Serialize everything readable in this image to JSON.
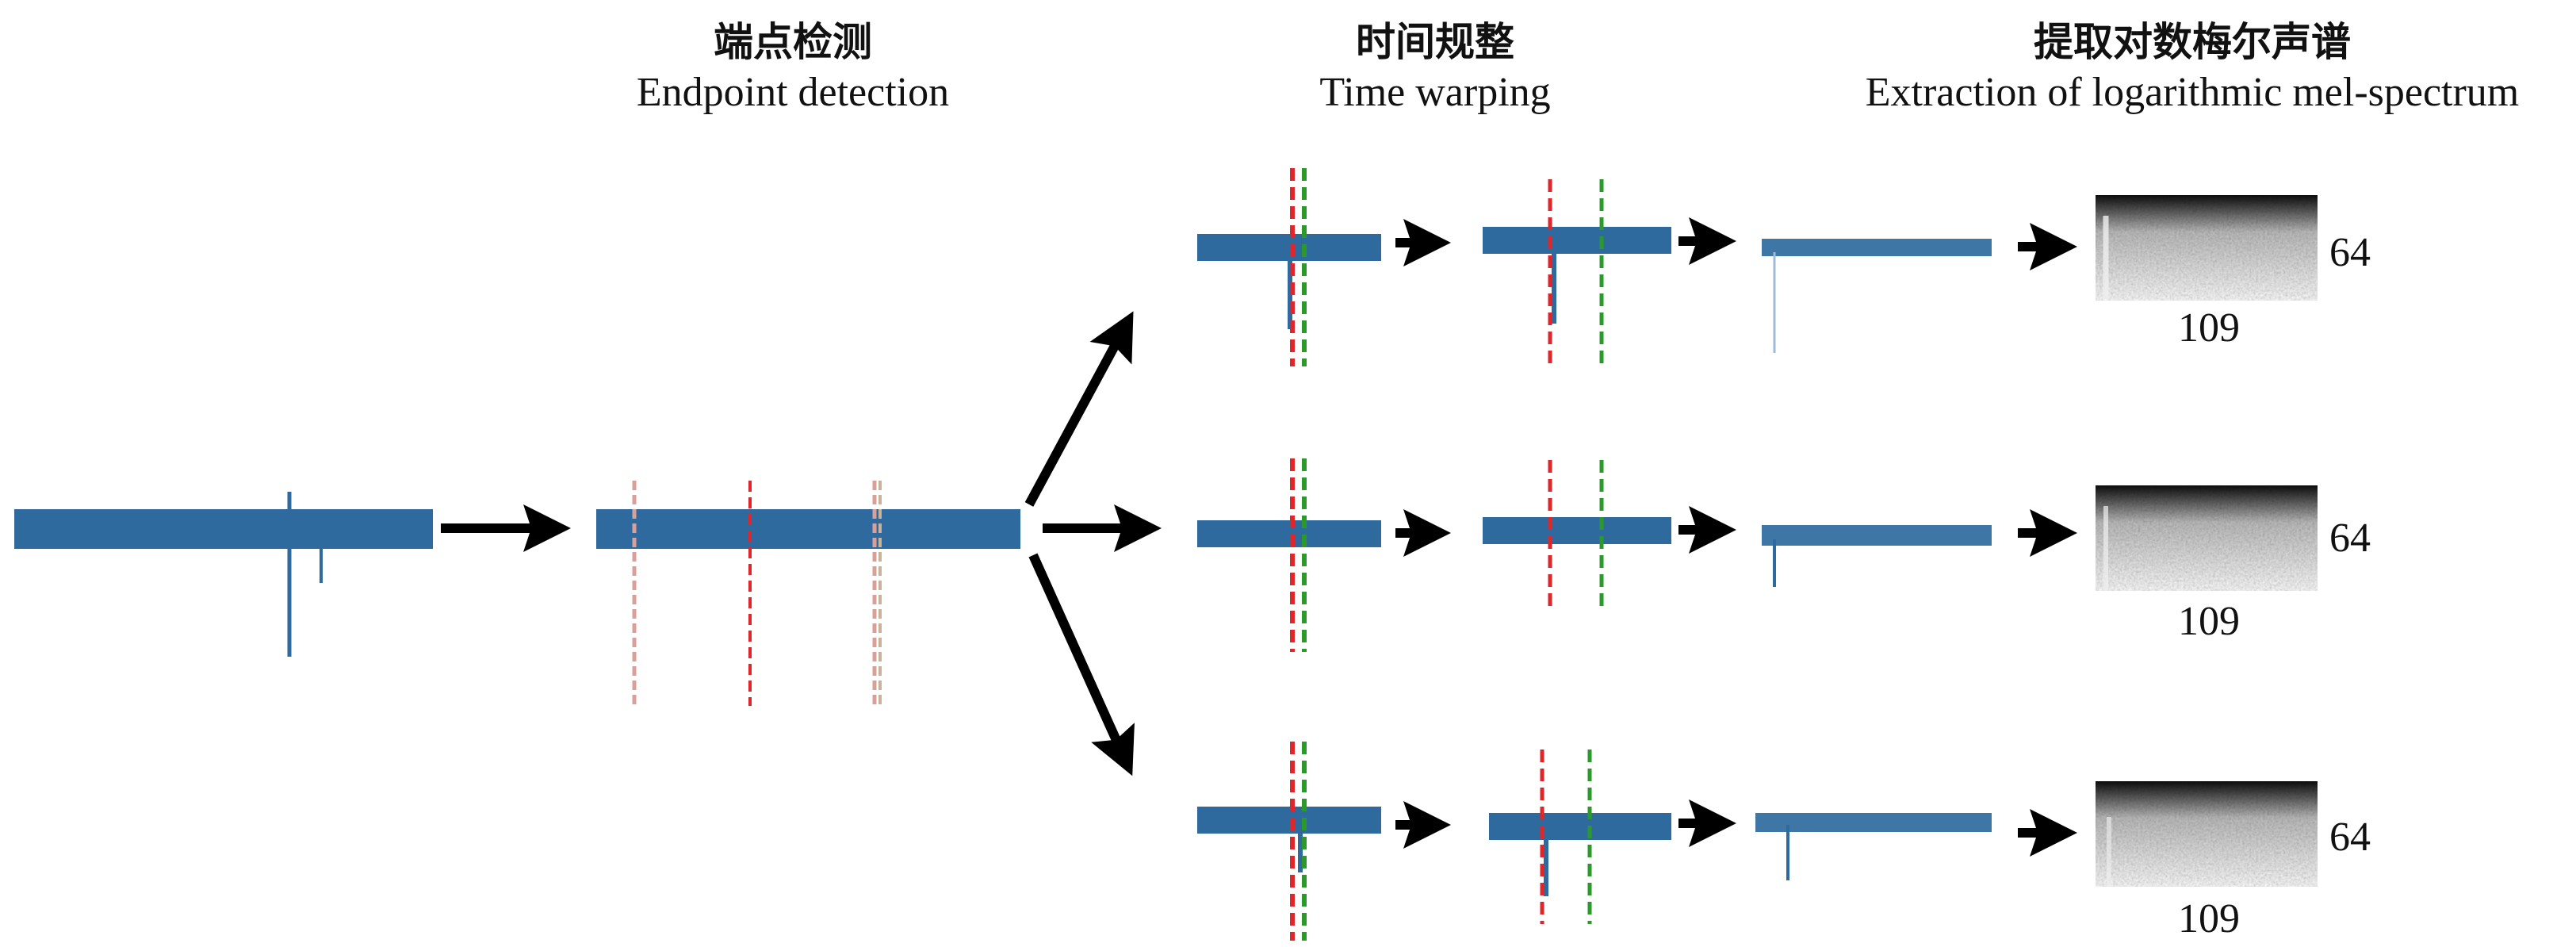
{
  "headers": [
    {
      "zh": "端点检测",
      "en": "Endpoint detection"
    },
    {
      "zh": "时间规整",
      "en": "Time warping"
    },
    {
      "zh": "提取对数梅尔声谱",
      "en": "Extraction of logarithmic mel-spectrum"
    }
  ],
  "spectrograms": [
    {
      "height_label": "64",
      "width_label": "109"
    },
    {
      "height_label": "64",
      "width_label": "109"
    },
    {
      "height_label": "64",
      "width_label": "109"
    }
  ],
  "colors": {
    "waveform": "#2e6a9e",
    "start_marker": "#e0262b",
    "end_marker": "#2b9a2b",
    "arrow": "#000000"
  }
}
